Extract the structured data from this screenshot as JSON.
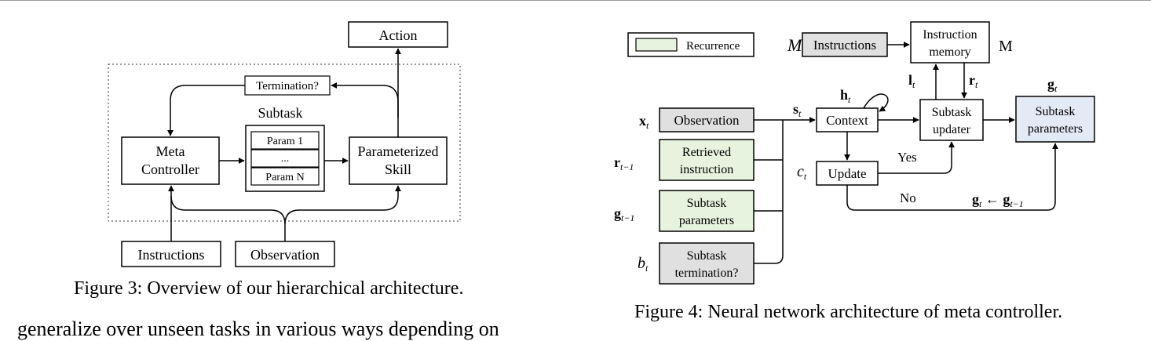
{
  "figure3": {
    "caption": "Figure 3: Overview of our hierarchical architecture.",
    "action": "Action",
    "termination": "Termination?",
    "subtask": "Subtask",
    "meta_line1": "Meta",
    "meta_line2": "Controller",
    "params": [
      "Param 1",
      "...",
      "Param N"
    ],
    "skill_line1": "Parameterized",
    "skill_line2": "Skill",
    "instructions": "Instructions",
    "observation": "Observation"
  },
  "figure4": {
    "caption": "Figure 4: Neural network architecture of meta controller.",
    "legend": "Recurrence",
    "sym_M_italic": "M",
    "instructions": "Instructions",
    "mem_line1": "Instruction",
    "mem_line2": "memory",
    "sym_M_bold": "M",
    "sym_l": "l",
    "sym_l_sub": "t",
    "sym_r": "r",
    "sym_r_sub": "t",
    "sym_g": "g",
    "sym_g_sub": "t",
    "sym_x": "x",
    "sym_x_sub": "t",
    "observation": "Observation",
    "sym_s": "s",
    "sym_s_sub": "t",
    "sym_h": "h",
    "sym_h_sub": "t",
    "context": "Context",
    "updater_line1": "Subtask",
    "updater_line2": "updater",
    "params_line1": "Subtask",
    "params_line2": "parameters",
    "sym_r_prev": "r",
    "sym_r_prev_sub": "t−1",
    "retrieved_line1": "Retrieved",
    "retrieved_line2": "instruction",
    "sym_c": "c",
    "sym_c_sub": "t",
    "update": "Update",
    "yes": "Yes",
    "no": "No",
    "assign_lhs": "g",
    "assign_lhs_sub": "t",
    "assign_arrow": " ← ",
    "assign_rhs": "g",
    "assign_rhs_sub": "t−1",
    "sym_g_prev": "g",
    "sym_g_prev_sub": "t−1",
    "prevparams_line1": "Subtask",
    "prevparams_line2": "parameters",
    "sym_b": "b",
    "sym_b_sub": "t",
    "term_line1": "Subtask",
    "term_line2": "termination?"
  },
  "body_text": "generalize over unseen tasks in various ways depending on",
  "colors": {
    "green_fill": "#e8f3df",
    "gray_fill": "#e0e0e0",
    "blue_fill": "#e4e9f6"
  }
}
